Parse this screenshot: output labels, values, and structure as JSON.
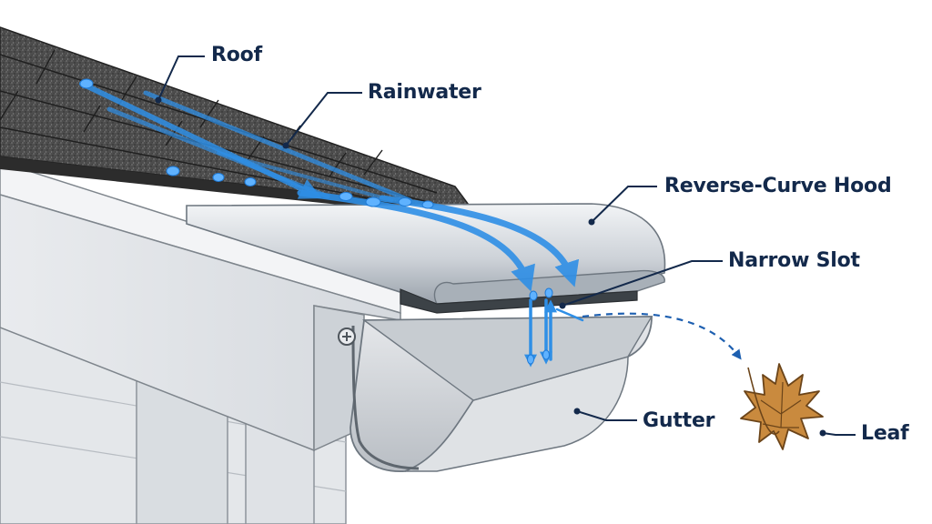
{
  "labels": {
    "roof": "Roof",
    "rainwater": "Rainwater",
    "hood": "Reverse-Curve Hood",
    "slot": "Narrow Slot",
    "gutter": "Gutter",
    "leaf": "Leaf"
  },
  "colors": {
    "label_text": "#13294b",
    "leader_line": "#13294b",
    "water_arrow": "#2f8fe6",
    "leaf_path": "#1d5fb0",
    "shingle": "#4a4a4a",
    "metal": "#c9cdd2",
    "leaf": "#c98a3e"
  }
}
